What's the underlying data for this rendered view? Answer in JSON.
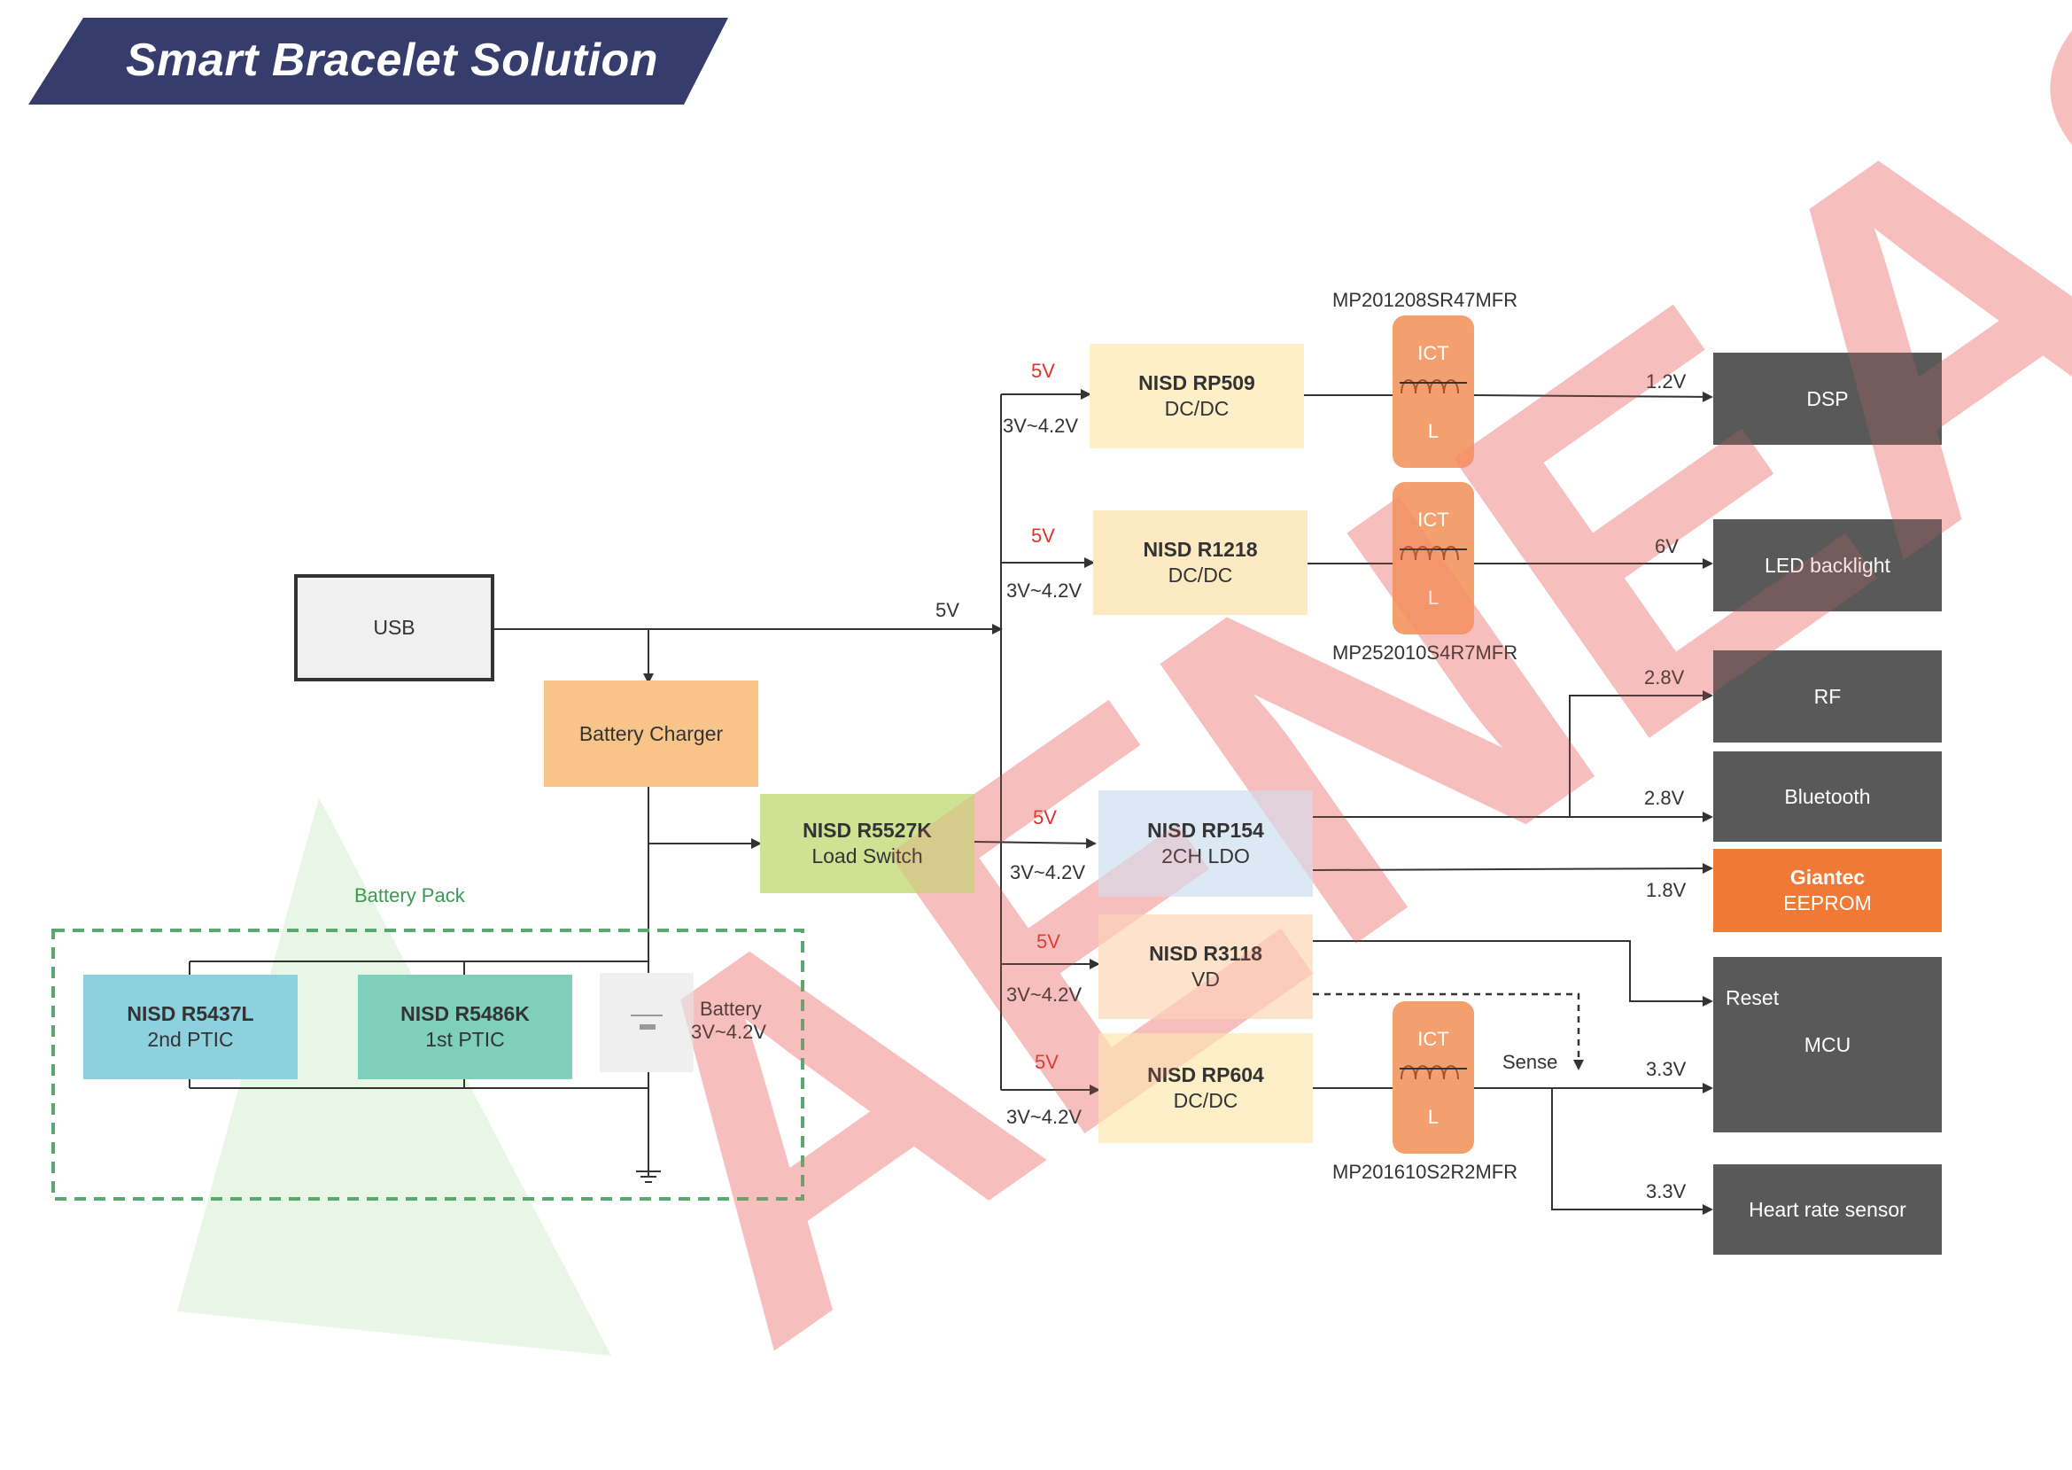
{
  "title": "Smart Bracelet Solution",
  "colors": {
    "title_bg": "#363c6b",
    "usb_bg": "#f0f0f0",
    "charger_bg": "#f9c489",
    "load_switch_bg": "#cfe193",
    "ldo_bg": "#dde8f5",
    "dcdc_bg": "#fdf0c8",
    "vd_bg": "#fde3cb",
    "ptic2_bg": "#8dd0de",
    "ptic1_bg": "#7fcfbd",
    "eeprom_bg": "#f07a35",
    "dark_block": "#595959",
    "ict_bg": "#f4a06e",
    "battery_pack_border": "#5aa86f",
    "voltage_red": "#d8342d",
    "watermark": "#f7b9b9"
  },
  "watermark": {
    "text": "AENEAS"
  },
  "usb": {
    "label": "USB"
  },
  "charger": {
    "label": "Battery Charger"
  },
  "load_switch": {
    "name": "NISD R5527K",
    "func": "Load Switch"
  },
  "battery_pack": {
    "label": "Battery Pack",
    "ptic2": {
      "name": "NISD R5437L",
      "func": "2nd PTIC"
    },
    "ptic1": {
      "name": "NISD R5486K",
      "func": "1st PTIC"
    },
    "battery": {
      "name": "Battery",
      "range": "3V~4.2V"
    }
  },
  "bus": {
    "usb_voltage": "5V"
  },
  "regulators": [
    {
      "id": "rp509",
      "name": "NISD RP509",
      "func": "DC/DC",
      "vin_a": "5V",
      "vin_b": "3V~4.2V"
    },
    {
      "id": "r1218",
      "name": "NISD R1218",
      "func": "DC/DC",
      "vin_a": "5V",
      "vin_b": "3V~4.2V"
    },
    {
      "id": "rp154",
      "name": "NISD RP154",
      "func": "2CH LDO",
      "vin_a": "5V",
      "vin_b": "3V~4.2V"
    },
    {
      "id": "r3118",
      "name": "NISD R3118",
      "func": "VD",
      "vin_a": "5V",
      "vin_b": "3V~4.2V"
    },
    {
      "id": "rp604",
      "name": "NISD RP604",
      "func": "DC/DC",
      "vin_a": "5V",
      "vin_b": "3V~4.2V"
    }
  ],
  "inductors": [
    {
      "id": "l1",
      "top": "ICT",
      "bottom": "L",
      "part": "MP201208SR47MFR"
    },
    {
      "id": "l2",
      "top": "ICT",
      "bottom": "L",
      "part": "MP252010S4R7MFR"
    },
    {
      "id": "l3",
      "top": "ICT",
      "bottom": "L",
      "part": "MP201610S2R2MFR"
    }
  ],
  "loads": {
    "dsp": {
      "label": "DSP",
      "voltage": "1.2V"
    },
    "led": {
      "label": "LED backlight",
      "voltage": "6V"
    },
    "rf": {
      "label": "RF",
      "voltage": "2.8V"
    },
    "bluetooth": {
      "label": "Bluetooth",
      "voltage": "2.8V"
    },
    "eeprom": {
      "brand": "Giantec",
      "label": "EEPROM",
      "voltage": "1.8V"
    },
    "mcu": {
      "label": "MCU",
      "reset": "Reset",
      "voltage": "3.3V",
      "sense": "Sense"
    },
    "hrs": {
      "label": "Heart rate sensor",
      "voltage": "3.3V"
    }
  }
}
